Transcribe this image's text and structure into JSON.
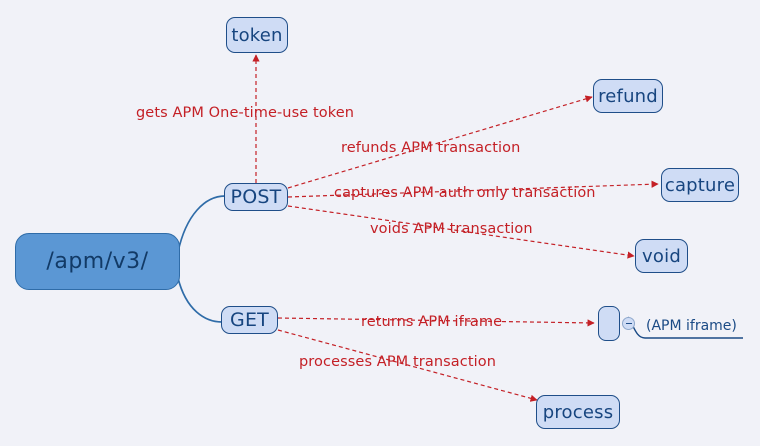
{
  "diagram": {
    "type": "mindmap",
    "background_color": "#f1f2f8",
    "root": {
      "label": "/apm/v3/",
      "fill_color": "#5b97d4",
      "stroke_color": "#2f6ca8",
      "text_color": "#123a66"
    },
    "node_style": {
      "fill_color": "#cfdcf5",
      "stroke_color": "#1f4e89",
      "text_color": "#17457f"
    },
    "edge_style": {
      "branch_color": "#2f6ca8",
      "relation_color": "#c42026",
      "relation_dash": "dashed"
    },
    "branches": [
      {
        "label": "POST",
        "relations": [
          {
            "label": "gets APM One-time-use token",
            "target": "token"
          },
          {
            "label": "refunds APM transaction",
            "target": "refund"
          },
          {
            "label": "captures APM auth only transaction",
            "target": "capture"
          },
          {
            "label": "voids APM transaction",
            "target": "void"
          }
        ]
      },
      {
        "label": "GET",
        "relations": [
          {
            "label": "returns APM iframe",
            "target": "(APM iframe)"
          },
          {
            "label": "processes APM transaction",
            "target": "process"
          }
        ]
      }
    ],
    "nodes": {
      "token": "token",
      "refund": "refund",
      "capture": "capture",
      "void": "void",
      "process": "process",
      "iframe_blank": "",
      "iframe_note": "(APM iframe)"
    },
    "icons": {
      "collapse": "minus-circle-icon"
    }
  }
}
